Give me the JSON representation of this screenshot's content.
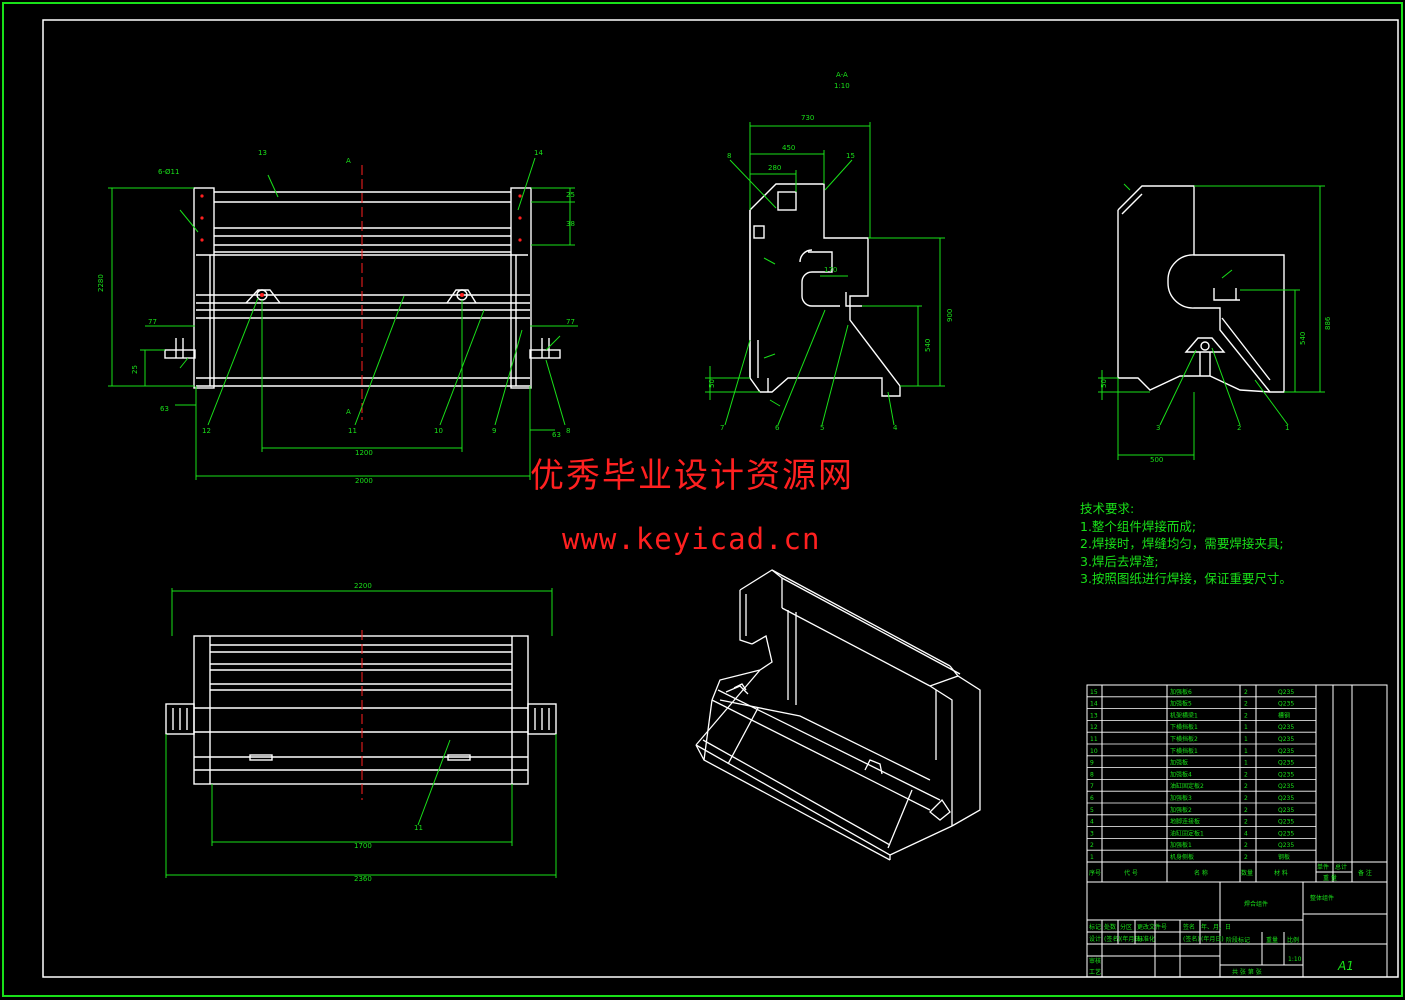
{
  "drawing": {
    "colors": {
      "background": "#000000",
      "outline": "#ffffff",
      "dimension": "#19e019",
      "centerline": "#ff2020",
      "frame": "#19e019"
    },
    "section_label": "A-A",
    "section_scale": "1:10",
    "section_marks": [
      "A",
      "A"
    ],
    "front_view": {
      "dims": {
        "height_total": "2280",
        "span_inner": "1200",
        "span_total": "2000",
        "d_top": "25",
        "d_mid": "38",
        "d_left": "77",
        "d_right": "77",
        "d_h": "25",
        "d_63a": "63",
        "d_63b": "63",
        "holes": "6-Ø11"
      },
      "balloons": [
        "13",
        "14",
        "12",
        "11",
        "10",
        "9",
        "8"
      ]
    },
    "side_view": {
      "dims": {
        "w_total": "730",
        "w_450": "450",
        "w_280": "280",
        "w_170": "170",
        "h_900": "900",
        "h_540": "540",
        "h_50": "50"
      },
      "balloons": [
        "8",
        "15",
        "7",
        "6",
        "5",
        "4"
      ]
    },
    "right_view": {
      "dims": {
        "w_500": "500",
        "h_886": "886",
        "h_540": "540",
        "h_50": "50"
      },
      "balloons": [
        "3",
        "2",
        "1"
      ]
    },
    "top_view": {
      "dims": {
        "w_2200": "2200",
        "w_1700": "1700",
        "w_2360": "2360"
      },
      "balloons": [
        "11"
      ]
    }
  },
  "watermark": {
    "title": "优秀毕业设计资源网",
    "url": "www.keyicad.cn"
  },
  "tech_requirements": {
    "heading": "技术要求:",
    "items": [
      "1.整个组件焊接而成;",
      "2.焊接时，焊缝均匀，需要焊接夹具;",
      "3.焊后去焊渣;",
      "3.按照图纸进行焊接，保证重要尺寸。"
    ]
  },
  "bom": {
    "rows": [
      {
        "no": "15",
        "name": "加强板6",
        "qty": "2",
        "mat": "Q235"
      },
      {
        "no": "14",
        "name": "加强板5",
        "qty": "2",
        "mat": "Q235"
      },
      {
        "no": "13",
        "name": "机架横梁1",
        "qty": "2",
        "mat": "槽钢"
      },
      {
        "no": "12",
        "name": "下横挡板1",
        "qty": "1",
        "mat": "Q235"
      },
      {
        "no": "11",
        "name": "下横挡板2",
        "qty": "1",
        "mat": "Q235"
      },
      {
        "no": "10",
        "name": "下横挡板1",
        "qty": "1",
        "mat": "Q235"
      },
      {
        "no": "9",
        "name": "加强板",
        "qty": "1",
        "mat": "Q235"
      },
      {
        "no": "8",
        "name": "加强板4",
        "qty": "2",
        "mat": "Q235"
      },
      {
        "no": "7",
        "name": "油缸固定板2",
        "qty": "2",
        "mat": "Q235"
      },
      {
        "no": "6",
        "name": "加强板3",
        "qty": "2",
        "mat": "Q235"
      },
      {
        "no": "5",
        "name": "加强板2",
        "qty": "2",
        "mat": "Q235"
      },
      {
        "no": "4",
        "name": "地脚连接板",
        "qty": "2",
        "mat": "Q235"
      },
      {
        "no": "3",
        "name": "油缸固定板1",
        "qty": "4",
        "mat": "Q235"
      },
      {
        "no": "2",
        "name": "加强板1",
        "qty": "2",
        "mat": "Q235"
      },
      {
        "no": "1",
        "name": "机身侧板",
        "qty": "2",
        "mat": "钢板"
      }
    ],
    "header": {
      "no": "序号",
      "code": "代 号",
      "name": "名 称",
      "qty": "数量",
      "mat": "材 料",
      "unit_w": "单件",
      "total_w": "总计",
      "weight": "重 量",
      "remark": "备 注"
    }
  },
  "title_block": {
    "part_name": "焊合组件",
    "drawing_no": "整体组件",
    "sheet": "A1",
    "scale": "1:10",
    "labels": [
      "标记",
      "处数",
      "分区",
      "更改文件号",
      "签名",
      "年、月、日"
    ],
    "labels2": [
      "设计",
      "(签名)",
      "(年月日)",
      "标准化",
      "(签名)",
      "(年月日)"
    ],
    "labels3": [
      "阶段标记",
      "重量",
      "比例"
    ],
    "labels4": [
      "审核",
      "工艺"
    ],
    "labels5": [
      "共 张 第 张"
    ]
  }
}
